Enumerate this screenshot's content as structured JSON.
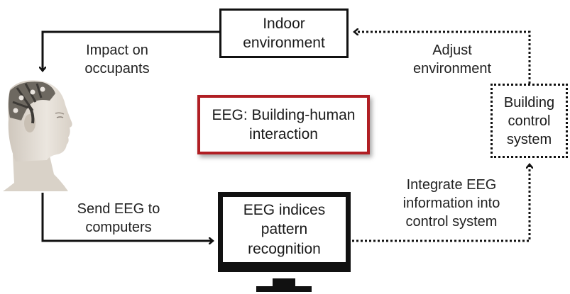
{
  "nodes": {
    "indoor_environment": "Indoor\nenvironment",
    "building_control_system": "Building\ncontrol\nsystem",
    "eeg_indices": "EEG indices\npattern\nrecognition",
    "title": "EEG: Building-human\ninteraction"
  },
  "edges": {
    "impact_on_occupants": "Impact on\noccupants",
    "adjust_environment": "Adjust\nenvironment",
    "send_eeg": "Send EEG to\ncomputers",
    "integrate_eeg": "Integrate EEG\ninformation into\ncontrol system"
  },
  "colors": {
    "title_border": "#b01e23",
    "lines": "#111111"
  },
  "icons": {
    "person": "human-head-with-eeg-cap-icon",
    "computer": "computer-monitor-icon"
  }
}
